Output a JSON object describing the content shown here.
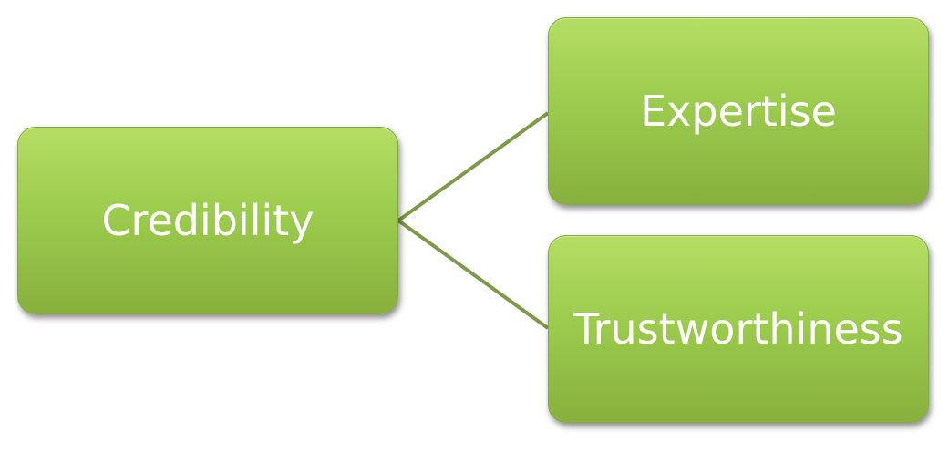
{
  "diagram": {
    "root": {
      "label": "Credibility"
    },
    "children": [
      {
        "label": "Expertise"
      },
      {
        "label": "Trustworthiness"
      }
    ]
  },
  "colors": {
    "box_top": "#b4de63",
    "box_bottom": "#87b03d",
    "connector": "#7d9a48",
    "text": "#ffffff"
  }
}
